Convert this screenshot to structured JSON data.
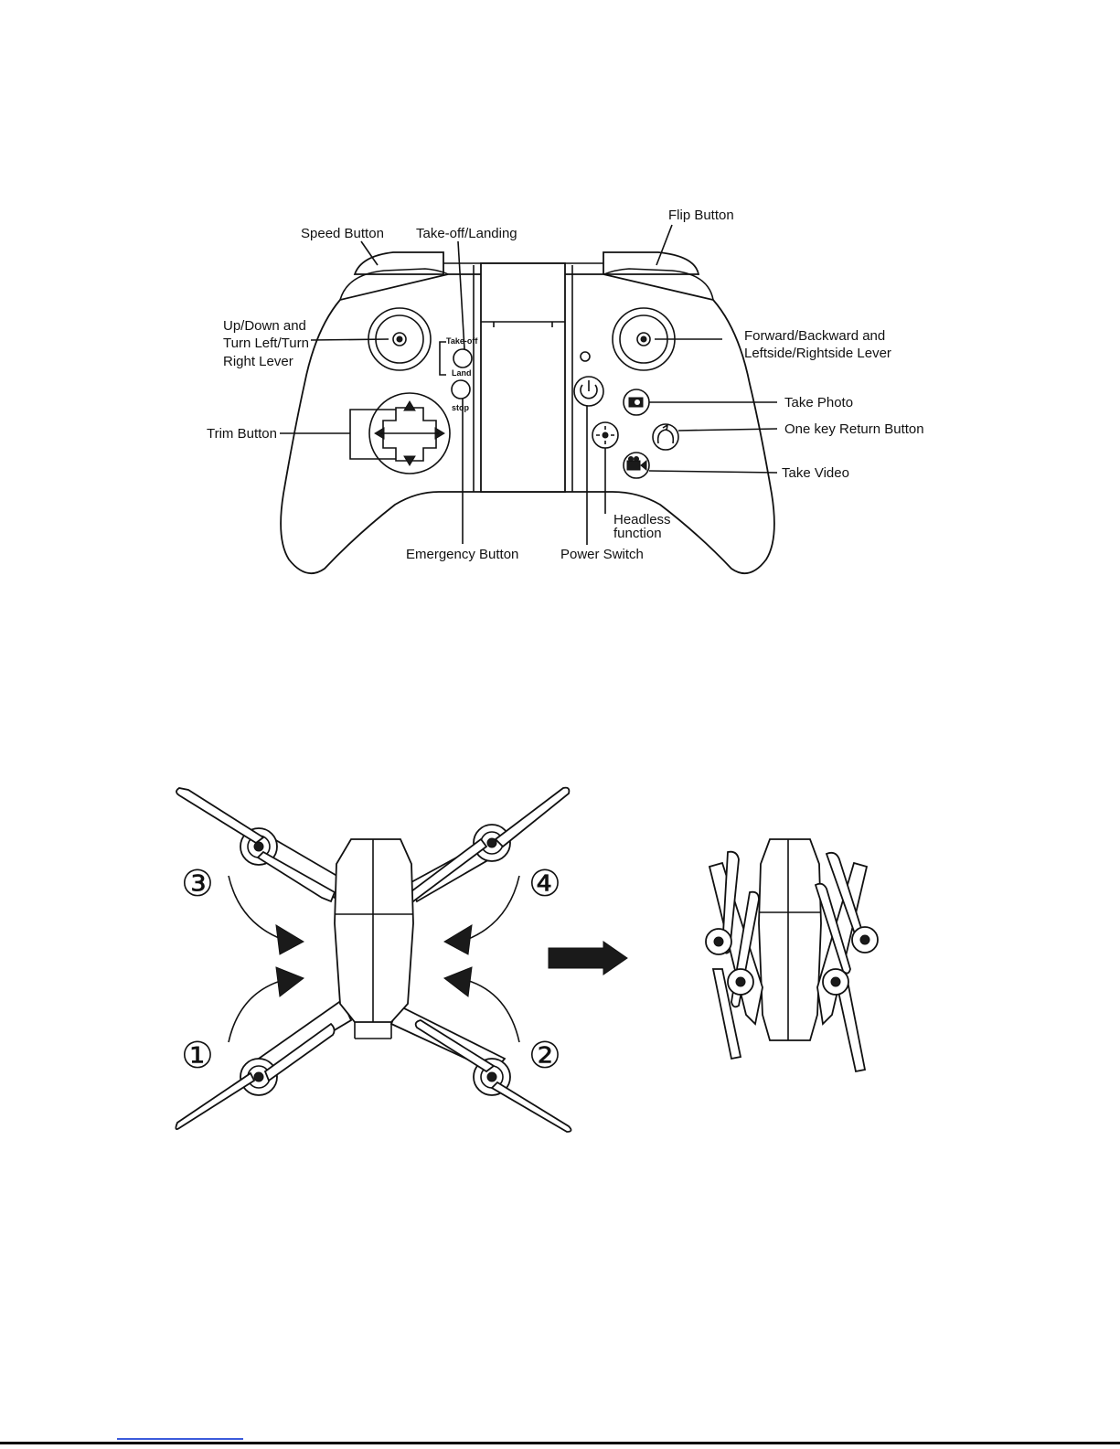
{
  "controller": {
    "labels": {
      "speed": "Speed Button",
      "takeoff_landing": "Take-off/Landing",
      "flip": "Flip Button",
      "left_lever": [
        "Up/Down  and",
        "Turn Left/Turn",
        "Right Lever"
      ],
      "right_lever": [
        "Forward/Backward  and",
        "Leftside/Rightside Lever"
      ],
      "trim": "Trim Button",
      "take_photo": "Take Photo",
      "one_key_return": "One key Return Button",
      "take_video": "Take Video",
      "headless": [
        "Headless",
        "function"
      ],
      "emergency": "Emergency Button",
      "power": "Power Switch"
    },
    "button_text": {
      "takeoff": "Take-off",
      "land": "Land",
      "stop": "stop"
    }
  },
  "folding": {
    "steps": [
      "③",
      "④",
      "①",
      "②"
    ]
  }
}
